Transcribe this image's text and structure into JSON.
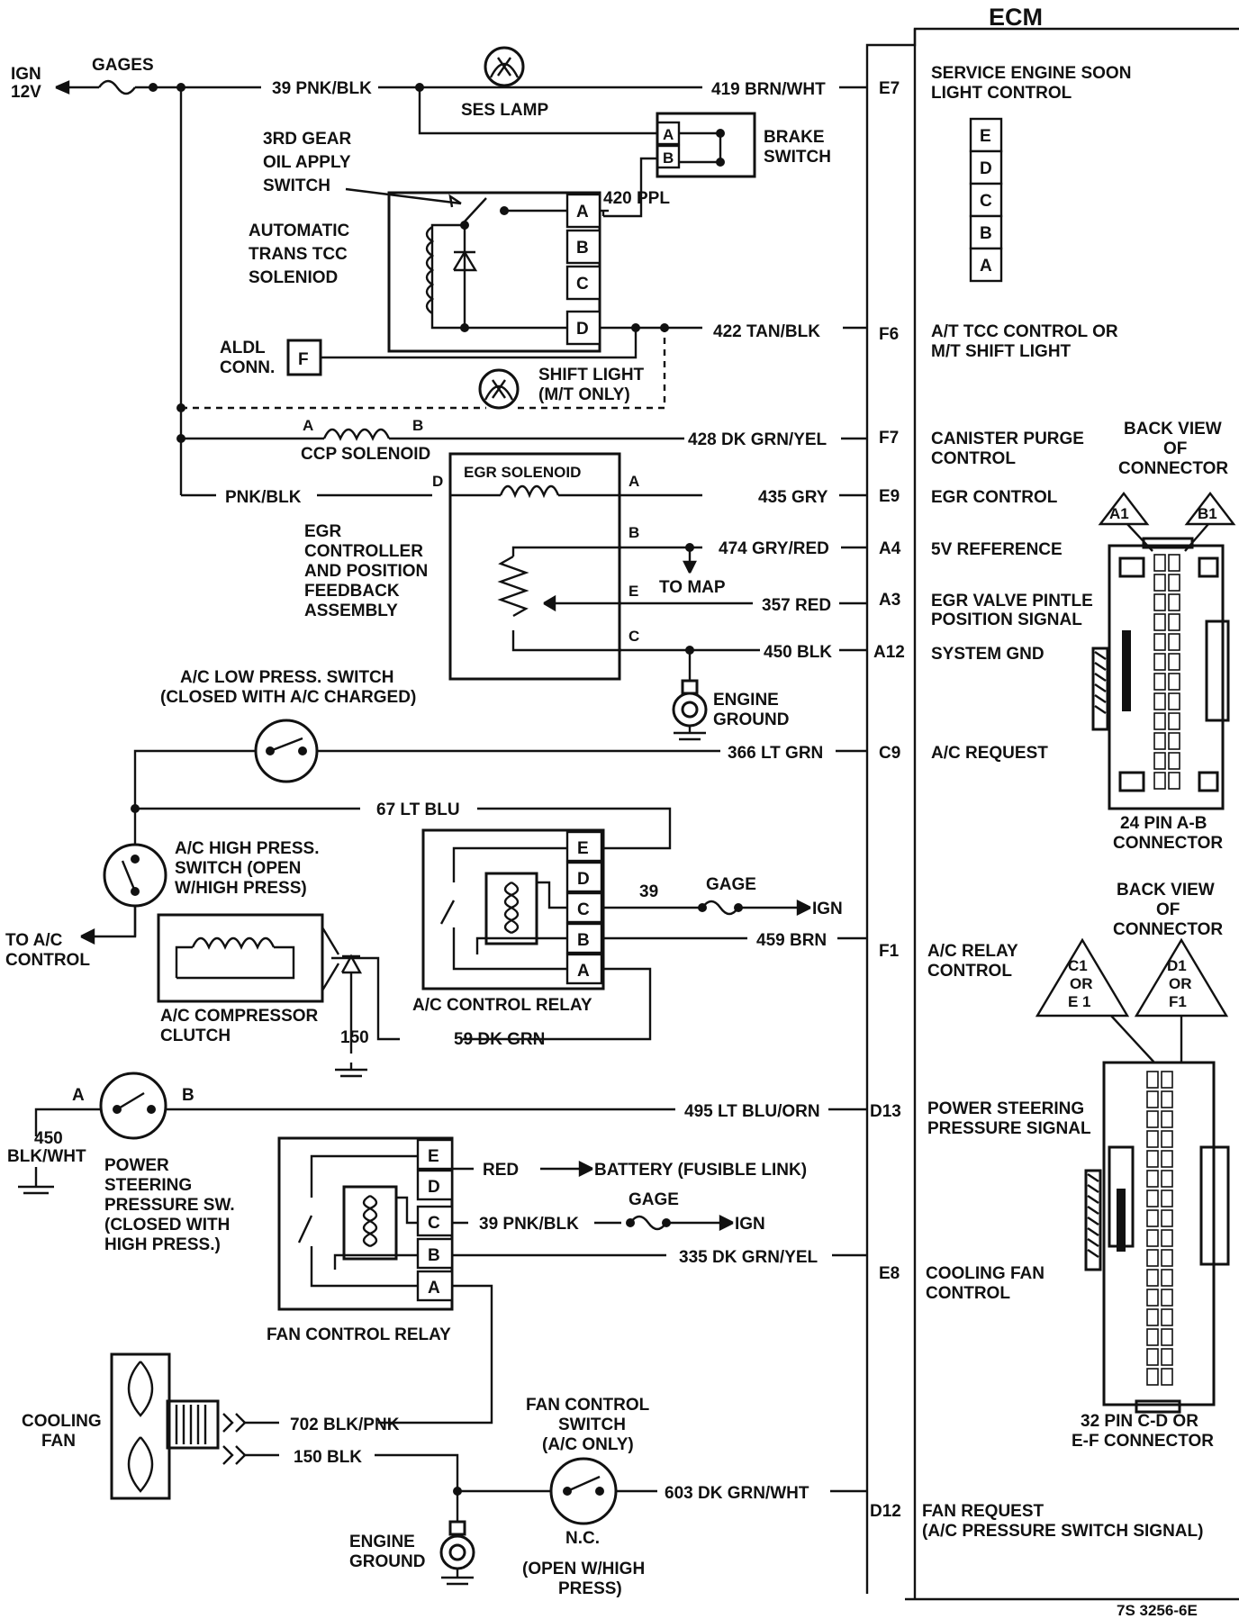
{
  "ecm": {
    "title": "ECM",
    "ref": "7S 3256-6E",
    "terminals": [
      {
        "pin": "E7",
        "function": [
          "SERVICE ENGINE SOON",
          "LIGHT CONTROL"
        ]
      },
      {
        "pin": "F6",
        "function": [
          "A/T TCC CONTROL OR",
          "M/T SHIFT LIGHT"
        ]
      },
      {
        "pin": "F7",
        "function": [
          "CANISTER PURGE",
          "CONTROL"
        ]
      },
      {
        "pin": "E9",
        "function": [
          "EGR CONTROL"
        ]
      },
      {
        "pin": "A4",
        "function": [
          "5V REFERENCE"
        ]
      },
      {
        "pin": "A3",
        "function": [
          "EGR VALVE PINTLE",
          "POSITION SIGNAL"
        ]
      },
      {
        "pin": "A12",
        "function": [
          "SYSTEM GND"
        ]
      },
      {
        "pin": "C9",
        "function": [
          "A/C REQUEST"
        ]
      },
      {
        "pin": "F1",
        "function": [
          "A/C RELAY",
          "CONTROL"
        ]
      },
      {
        "pin": "D13",
        "function": [
          "POWER STEERING",
          "PRESSURE SIGNAL"
        ]
      },
      {
        "pin": "E8",
        "function": [
          "COOLING FAN",
          "CONTROL"
        ]
      },
      {
        "pin": "D12",
        "function": [
          "FAN REQUEST",
          "(A/C PRESSURE SWITCH SIGNAL)"
        ]
      }
    ]
  },
  "wires": {
    "w39": "39 PNK/BLK",
    "w419": "419 BRN/WHT",
    "w420": "420 PPL",
    "w422": "422 TAN/BLK",
    "w428": "428 DK GRN/YEL",
    "wpnk": "PNK/BLK",
    "w435": "435 GRY",
    "w474": "474 GRY/RED",
    "w357": "357 RED",
    "w450": "450 BLK",
    "w366": "366 LT GRN",
    "w67": "67 LT BLU",
    "w39b": "39",
    "w459": "459 BRN",
    "w150": "150",
    "w59": "59 DK GRN",
    "w495": "495 LT BLU/ORN",
    "w450b": [
      "450",
      "BLK/WHT"
    ],
    "wred": "RED",
    "w39c": "39 PNK/BLK",
    "w335": "335 DK GRN/YEL",
    "w702": "702 BLK/PNK",
    "w150b": "150 BLK",
    "w603": "603 DK GRN/WHT"
  },
  "components": {
    "ign": [
      "IGN",
      "12V"
    ],
    "gages": "GAGES",
    "ses_lamp": "SES LAMP",
    "brake_switch": [
      "BRAKE",
      "SWITCH"
    ],
    "oil_switch": [
      "3RD GEAR",
      "OIL APPLY",
      "SWITCH"
    ],
    "tcc": [
      "AUTOMATIC",
      "TRANS TCC",
      "SOLENIOD"
    ],
    "aldl": [
      "ALDL",
      "CONN."
    ],
    "aldl_pin": "F",
    "shift_light": [
      "SHIFT LIGHT",
      "(M/T ONLY)"
    ],
    "ccp": "CCP SOLENOID",
    "ccp_a": "A",
    "ccp_b": "B",
    "egr_sol": "EGR SOLENOID",
    "egr_assy": [
      "EGR",
      "CONTROLLER",
      "AND POSITION",
      "FEEDBACK",
      "ASSEMBLY"
    ],
    "egr_pins": {
      "d": "D",
      "a": "A",
      "b": "B",
      "e": "E",
      "c": "C"
    },
    "to_map": "TO MAP",
    "engine_ground": [
      "ENGINE",
      "GROUND"
    ],
    "ac_low": [
      "A/C LOW PRESS.  SWITCH",
      "(CLOSED WITH A/C CHARGED)"
    ],
    "ac_high": [
      "A/C HIGH PRESS.",
      "SWITCH (OPEN",
      "W/HIGH PRESS)"
    ],
    "to_ac": [
      "TO A/C",
      "CONTROL"
    ],
    "gage": "GAGE",
    "ign_arrow": "IGN",
    "ac_clutch": [
      "A/C COMPRESSOR",
      "CLUTCH"
    ],
    "ac_relay": "A/C CONTROL RELAY",
    "relay_pins": [
      "E",
      "D",
      "C",
      "B",
      "A"
    ],
    "ps_switch": [
      "POWER",
      "STEERING",
      "PRESSURE SW.",
      "(CLOSED WITH",
      "HIGH PRESS.)"
    ],
    "ps_a": "A",
    "ps_b": "B",
    "battery": "BATTERY (FUSIBLE LINK)",
    "fan_relay": "FAN CONTROL RELAY",
    "cooling_fan": [
      "COOLING",
      "FAN"
    ],
    "fan_switch": [
      "FAN CONTROL",
      "SWITCH",
      "(A/C ONLY)"
    ],
    "nc": "N.C.",
    "open_high": [
      "(OPEN W/HIGH",
      "PRESS)"
    ]
  },
  "connectors": {
    "top": {
      "back_view": [
        "BACK VIEW",
        "OF",
        "CONNECTOR"
      ],
      "pins": [
        "E",
        "D",
        "C",
        "B",
        "A"
      ],
      "tri_a": "A1",
      "tri_b": "B1",
      "caption": [
        "24 PIN  A-B",
        "CONNECTOR"
      ]
    },
    "bottom": {
      "back_view": [
        "BACK VIEW",
        "OF",
        "CONNECTOR"
      ],
      "tri_c": [
        "C1",
        "OR",
        "E 1"
      ],
      "tri_d": [
        "D1",
        "OR",
        "F1"
      ],
      "caption": [
        "32  PIN C-D OR",
        "E-F  CONNECTOR"
      ]
    }
  }
}
